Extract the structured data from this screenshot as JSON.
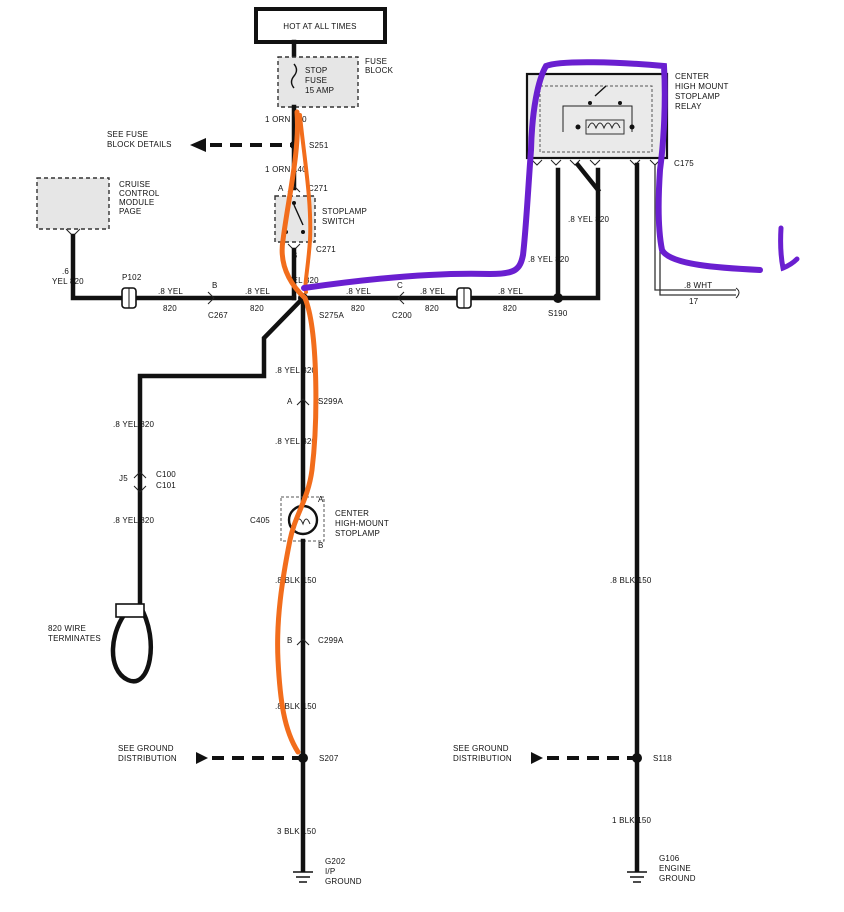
{
  "power_source": "HOT AT ALL TIMES",
  "fuse": {
    "line1": "STOP",
    "line2": "FUSE",
    "line3": "15 AMP",
    "block_line1": "FUSE",
    "block_line2": "BLOCK"
  },
  "wires": {
    "fuse_out": "1 ORN  140",
    "switch_in": "1 ORN  140",
    "cruise_wire_a": ".6",
    "cruise_wire_b": "YEL  820",
    "left_bus_1": ".8 YEL",
    "left_bus_1b": "820",
    "left_bus_2": ".8 YEL",
    "left_bus_2b": "820",
    "switch_out": "YEL  820",
    "right_bus_1": ".8 YEL",
    "right_bus_1b": "820",
    "right_bus_2": ".8 YEL",
    "right_bus_2b": "820",
    "right_bus_3": ".8 YEL",
    "right_bus_3b": "820",
    "relay_feed_1": ".8 YEL  820",
    "relay_feed_2": ".8 YEL  820",
    "relay_wht": ".8 WHT",
    "relay_wht_b": "17",
    "center_1": ".8 YEL  820",
    "center_2": ".8 YEL  820",
    "left_drop_1": ".8 YEL  820",
    "left_drop_2": ".8 YEL  820",
    "ground_1": ".8 BLK  150",
    "ground_2": ".8 BLK  150",
    "ground_main": "3 BLK  150",
    "relay_ground": ".8 BLK  150",
    "relay_ground_main": "1 BLK  150"
  },
  "connectors": {
    "s251": "S251",
    "c271_top": "C271",
    "c271_bot": "C271",
    "p102": "P102",
    "c267": "C267",
    "s275a": "S275A",
    "c200": "C200",
    "s190": "S190",
    "c175": "C175",
    "s299a": "S299A",
    "c100": "C100",
    "c101": "C101",
    "j5": "J5",
    "c405": "C405",
    "c299a": "C299A",
    "s207": "S207",
    "s118": "S118",
    "pin_a1": "A",
    "pin_b1": "B",
    "pin_b_c267": "B",
    "pin_c_c200": "C",
    "pin_a_s299": "A",
    "pin_a_lamp": "A",
    "pin_b_lamp": "B",
    "pin_b_c299": "B"
  },
  "components": {
    "see_fuse_1": "SEE FUSE",
    "see_fuse_2": "BLOCK DETAILS",
    "cruise_1": "CRUISE",
    "cruise_2": "CONTROL",
    "cruise_3": "MODULE",
    "cruise_4": "PAGE",
    "switch_1": "STOPLAMP",
    "switch_2": "SWITCH",
    "relay_1": "CENTER",
    "relay_2": "HIGH MOUNT",
    "relay_3": "STOPLAMP",
    "relay_4": "RELAY",
    "lamp_1": "CENTER",
    "lamp_2": "HIGH-MOUNT",
    "lamp_3": "STOPLAMP",
    "term_1": "820 WIRE",
    "term_2": "TERMINATES",
    "gnd_dist_l1": "SEE GROUND",
    "gnd_dist_l2": "DISTRIBUTION",
    "gnd_dist_r1": "SEE GROUND",
    "gnd_dist_r2": "DISTRIBUTION",
    "g202_1": "G202",
    "g202_2": "I/P",
    "g202_3": "GROUND",
    "g106_1": "G106",
    "g106_2": "ENGINE",
    "g106_3": "GROUND"
  },
  "colors": {
    "wire": "#111111",
    "orange_trace": "#f26d1c",
    "purple_trace": "#6a1fd0",
    "component_fill": "#e6e6e6"
  }
}
